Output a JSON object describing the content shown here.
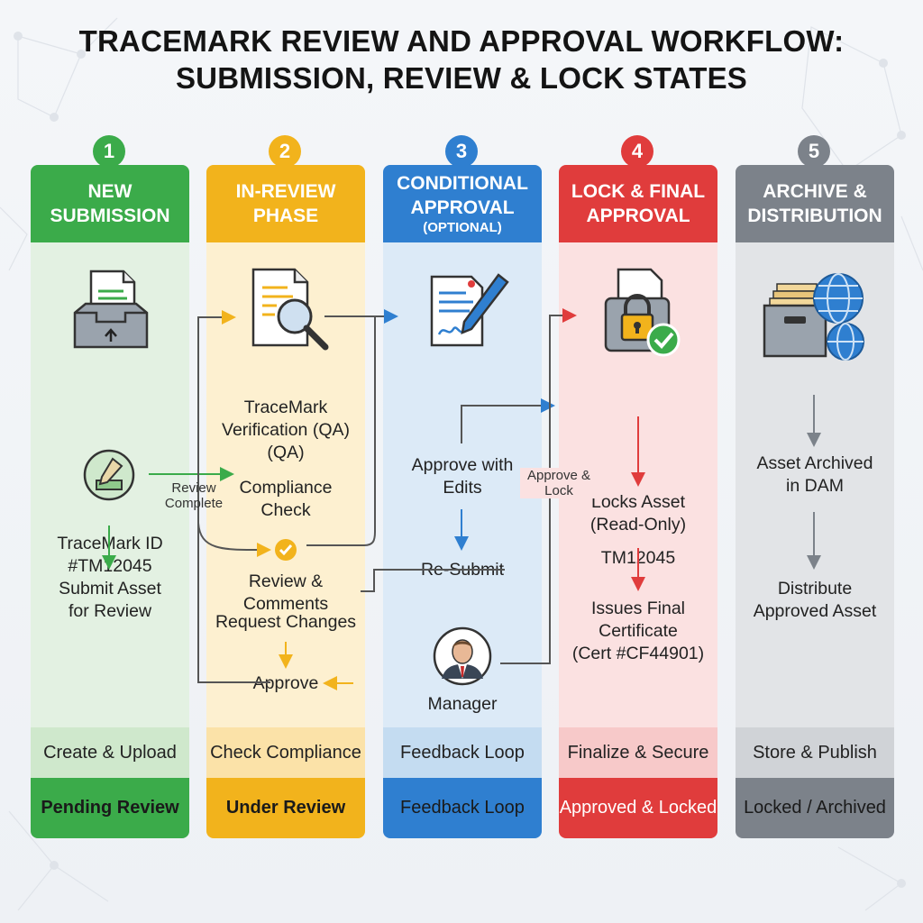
{
  "title": {
    "line1": "TRACEMARK REVIEW AND APPROVAL WORKFLOW:",
    "line2": "SUBMISSION, REVIEW & LOCK STATES"
  },
  "colors": {
    "green": "#3bab4a",
    "yellow": "#f2b31c",
    "blue": "#2f7fd0",
    "red": "#e03c3c",
    "gray": "#7c828a"
  },
  "columns": [
    {
      "number": "1",
      "header": [
        "NEW",
        "SUBMISSION"
      ],
      "icon": "inbox-document-icon",
      "id_label": [
        "TraceMark ID",
        "#TM12045"
      ],
      "step_icon": "sign-document-icon",
      "step": [
        "Submit Asset",
        "for Review"
      ],
      "footer_action": "Create & Upload",
      "status": "Pending Review"
    },
    {
      "number": "2",
      "header": [
        "IN-REVIEW",
        "PHASE"
      ],
      "icon": "document-magnifier-icon",
      "steps": {
        "verification": [
          "TraceMark",
          "Verification (QA)",
          "(QA)"
        ],
        "compliance": [
          "Compliance",
          "Check"
        ],
        "review": "Review & Comments",
        "request": "Request Changes",
        "approve": "Approve"
      },
      "footer_action": "Check Compliance",
      "status": "Under Review"
    },
    {
      "number": "3",
      "header": [
        "CONDITIONAL",
        "APPROVAL"
      ],
      "header_sub": "(OPTIONAL)",
      "icon": "document-pen-icon",
      "steps": {
        "approve_edits": [
          "Approve with",
          "Edits"
        ],
        "resubmit": "Re-Submit",
        "manager": "Manager"
      },
      "footer_action": "Feedback Loop",
      "status": "Feedback Loop"
    },
    {
      "number": "4",
      "header": [
        "LOCK & FINAL",
        "APPROVAL"
      ],
      "icon": "locked-document-icon",
      "id_label": "TM12045",
      "steps": {
        "locks": [
          "Locks Asset",
          "(Read-Only)"
        ],
        "certificate": [
          "Issues Final",
          "Certificate",
          "(Cert #CF44901)"
        ]
      },
      "footer_action": "Finalize & Secure",
      "status": "Approved & Locked"
    },
    {
      "number": "5",
      "header": [
        "ARCHIVE &",
        "DISTRIBUTION"
      ],
      "icon": "archive-globe-icon",
      "steps": {
        "archived": [
          "Asset Archived",
          "in DAM"
        ],
        "distribute": [
          "Distribute",
          "Approved Asset"
        ]
      },
      "footer_action": "Store & Publish",
      "status": "Locked / Archived"
    }
  ],
  "connectors": {
    "review_complete": [
      "Review",
      "Complete"
    ],
    "approve_lock": [
      "Approve &",
      "Lock"
    ]
  }
}
